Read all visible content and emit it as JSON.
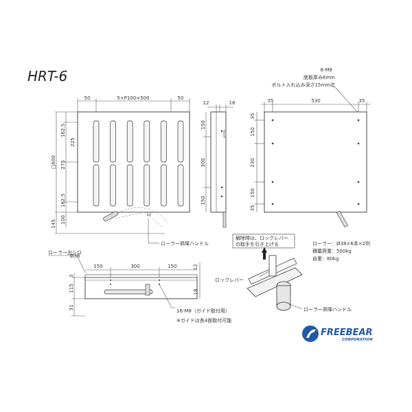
{
  "title": "HRT-6",
  "front_view": {
    "dims_top": [
      "50",
      "5×P100=500",
      "50"
    ],
    "dims_left": [
      "162.5",
      "225",
      "275",
      "162.5"
    ],
    "dim_square": "□600",
    "dim_bottom_left": [
      "100",
      "145"
    ],
    "handle_label": "ローラー昇降ハンドル",
    "roller_rows": 2,
    "roller_cols": 6
  },
  "side_view": {
    "dims_top": [
      "12",
      "18"
    ],
    "dims_left": [
      "150",
      "300",
      "150"
    ]
  },
  "top_right_view": {
    "bolt_note": [
      "8-M8",
      "底板厚み6mm",
      "ボルト入れ込み深さ15mm迄"
    ],
    "dims_top": [
      "35",
      "530",
      "35"
    ],
    "dims_left": [
      "35",
      "150",
      "230",
      "150",
      "35"
    ]
  },
  "bottom_view": {
    "roller_out_label": "ローラー出シロ",
    "dia_label": "Ø38",
    "dims_top": [
      "150",
      "300",
      "150"
    ],
    "dims_left": [
      "3",
      "115",
      "31"
    ],
    "dims_right": [
      "12",
      "18"
    ],
    "guide_note": "16-M8（ガイド取付用）",
    "guide_sub": "※ガイドは各4面取付可能"
  },
  "detail_view": {
    "release_note": [
      "解除時は、ロックレバー",
      "の取手を引き上げる"
    ],
    "lock_lever_label": "ロックレバー",
    "handle_label": "ローラー昇降ハンドル"
  },
  "specs": [
    "ローラー：Ø38×6本×2列",
    "積載荷重：500kg",
    "自重：80kg"
  ],
  "logo": {
    "name": "FREEBEAR",
    "sub": "CORPORATION",
    "color": "#1e5aa8"
  }
}
